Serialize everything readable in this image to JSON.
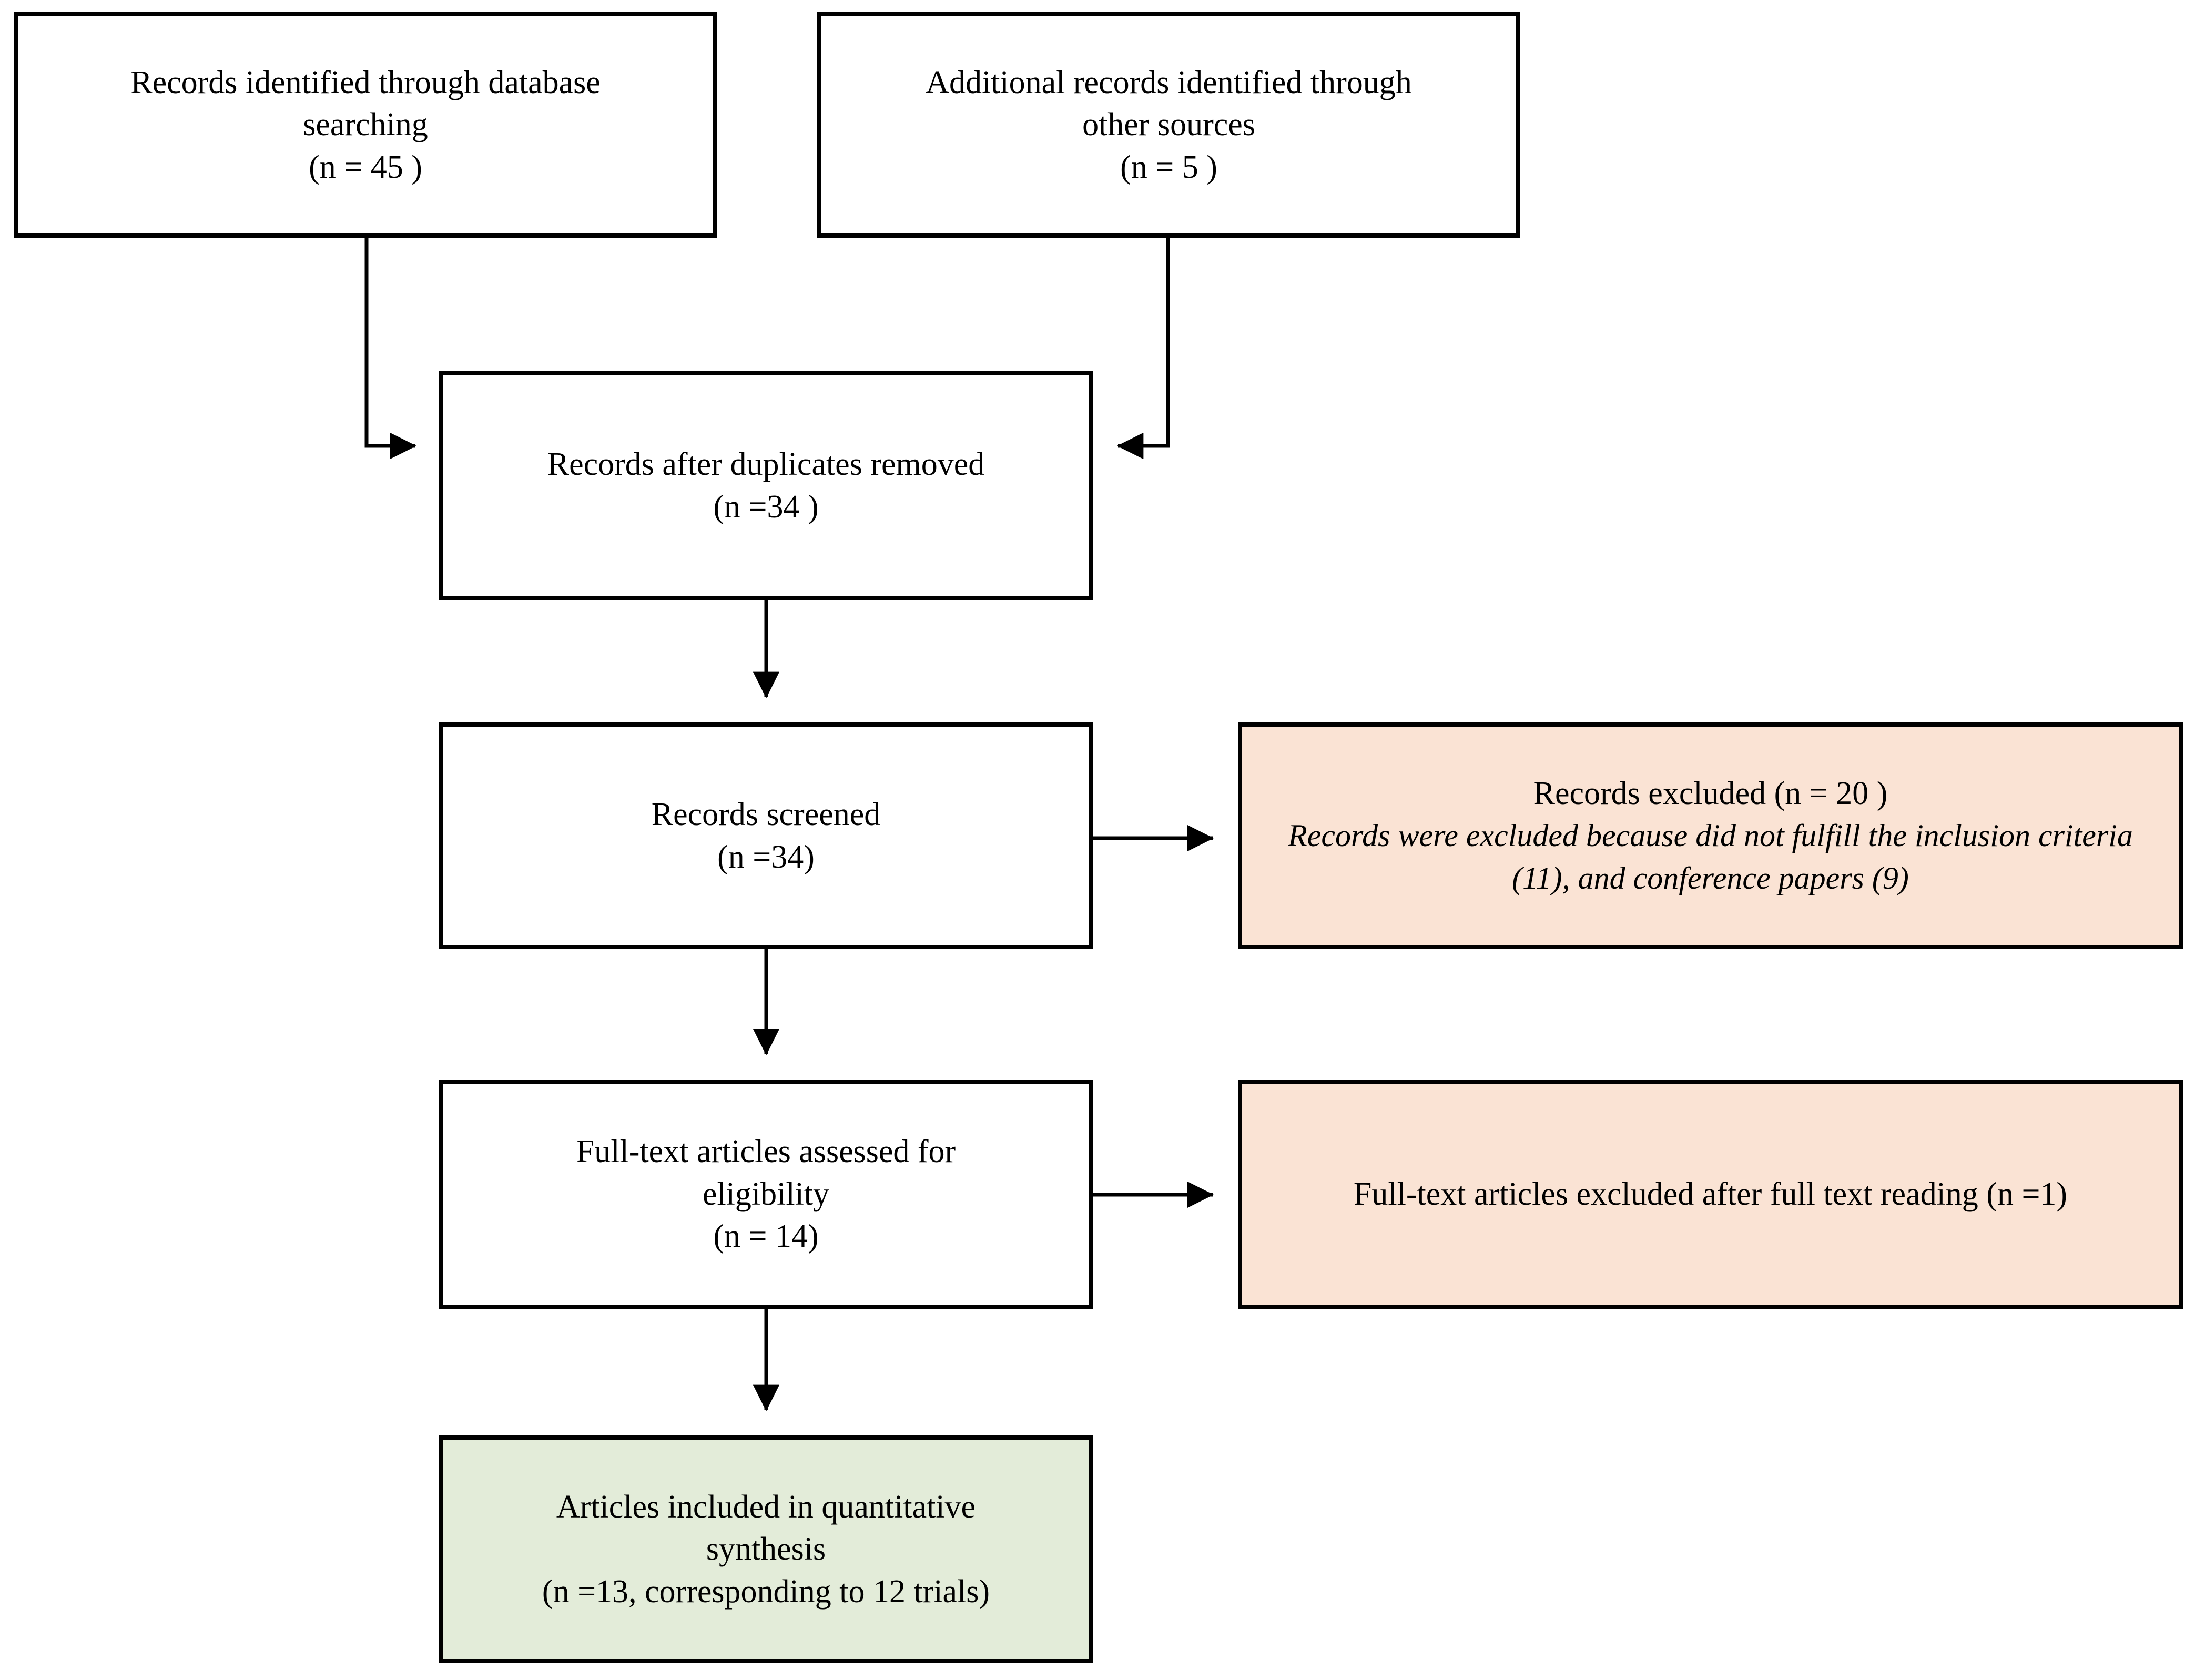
{
  "diagram": {
    "type": "prisma-flow-diagram",
    "colors": {
      "background": "#ffffff",
      "box_border": "#000000",
      "box_fill_default": "#ffffff",
      "excluded_fill": "#fae3d4",
      "included_fill": "#e3ecd9",
      "text": "#000000",
      "connector": "#000000"
    },
    "boxes": {
      "database_search": {
        "lines": [
          "Records identified through database",
          "searching",
          "(n = 45 )"
        ],
        "n": 45
      },
      "other_sources": {
        "lines": [
          "Additional records identified through",
          "other sources",
          "(n = 5 )"
        ],
        "n": 5
      },
      "duplicates_removed": {
        "lines": [
          "Records after duplicates removed",
          "(n =34 )"
        ],
        "n": 34
      },
      "records_screened": {
        "lines": [
          "Records screened",
          "(n =34)"
        ],
        "n": 34
      },
      "records_excluded": {
        "heading": "Records excluded (n = 20 )",
        "note": "Records were excluded because did not fulfill the inclusion criteria (11), and conference papers (9)",
        "n": 20,
        "reasons": [
          {
            "label": "did not fulfill the inclusion criteria",
            "count": 11
          },
          {
            "label": "conference papers",
            "count": 9
          }
        ]
      },
      "fulltext_eligibility": {
        "lines": [
          "Full-text articles assessed for",
          "eligibility",
          "(n = 14)"
        ],
        "n": 14
      },
      "fulltext_excluded": {
        "heading": "Full-text articles excluded after full text reading (n =1)",
        "n": 1
      },
      "included_synthesis": {
        "lines": [
          "Articles included in quantitative",
          "synthesis",
          "(n =13, corresponding to 12 trials)"
        ],
        "n": 13,
        "trials": 12
      }
    },
    "connectors": [
      {
        "name": "database-search-to-duplicates",
        "from": "database_search",
        "to": "duplicates_removed",
        "shape": "elbow",
        "direction": "down-right"
      },
      {
        "name": "other-sources-to-duplicates",
        "from": "other_sources",
        "to": "duplicates_removed",
        "shape": "elbow",
        "direction": "down-left"
      },
      {
        "name": "duplicates-to-screened",
        "from": "duplicates_removed",
        "to": "records_screened",
        "shape": "straight",
        "direction": "down"
      },
      {
        "name": "screened-to-records-excluded",
        "from": "records_screened",
        "to": "records_excluded",
        "shape": "straight",
        "direction": "right"
      },
      {
        "name": "screened-to-fulltext",
        "from": "records_screened",
        "to": "fulltext_eligibility",
        "shape": "straight",
        "direction": "down"
      },
      {
        "name": "fulltext-to-fulltext-excluded",
        "from": "fulltext_eligibility",
        "to": "fulltext_excluded",
        "shape": "straight",
        "direction": "right"
      },
      {
        "name": "fulltext-to-included",
        "from": "fulltext_eligibility",
        "to": "included_synthesis",
        "shape": "straight",
        "direction": "down"
      }
    ]
  }
}
